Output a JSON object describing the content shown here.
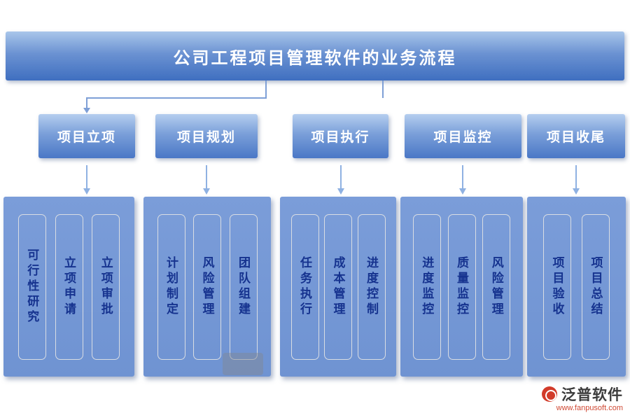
{
  "banner": {
    "title": "公司工程项目管理软件的业务流程"
  },
  "stages": [
    {
      "label": "项目立项",
      "items": [
        "可行性研究",
        "立项申请",
        "立项审批"
      ]
    },
    {
      "label": "项目规划",
      "items": [
        "计划制定",
        "风险管理",
        "团队组建"
      ]
    },
    {
      "label": "项目执行",
      "items": [
        "任务执行",
        "成本管理",
        "进度控制"
      ]
    },
    {
      "label": "项目监控",
      "items": [
        "进度监控",
        "质量监控",
        "风险管理"
      ]
    },
    {
      "label": "项目收尾",
      "items": [
        "项目验收",
        "项目总结"
      ]
    }
  ],
  "footer": {
    "brand": "泛普软件",
    "url": "www.fanpusoft.com"
  },
  "colors": {
    "banner_gradient_top": "#a9c6ea",
    "banner_gradient_bottom": "#3f6fc0",
    "stage_gradient_top": "#b5ceef",
    "stage_gradient_bottom": "#4a77c6",
    "panel_bg": "#7095d3",
    "item_text": "#16338f",
    "item_border": "#d9dde3",
    "connector": "#7e9fd6",
    "arrow": "#8fb1e2",
    "brand_red": "#d23b2a"
  }
}
